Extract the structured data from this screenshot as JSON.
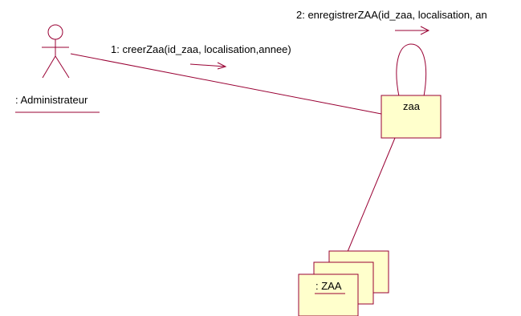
{
  "colors": {
    "line": "#990033",
    "box_fill": "#FFFFCC",
    "box_stroke": "#990033",
    "text": "#000000"
  },
  "actor": {
    "label": ": Administrateur",
    "icon": "stick-figure-icon"
  },
  "objects": {
    "zaa": {
      "label": "zaa"
    },
    "multiobject": {
      "label": ": ZAA"
    }
  },
  "messages": {
    "m1": {
      "label": "1: creerZaa(id_zaa, localisation,annee)",
      "arrow": "message-arrow-icon"
    },
    "m2": {
      "label": "2: enregistrerZAA(id_zaa, localisation, an",
      "arrow": "message-arrow-icon"
    }
  }
}
